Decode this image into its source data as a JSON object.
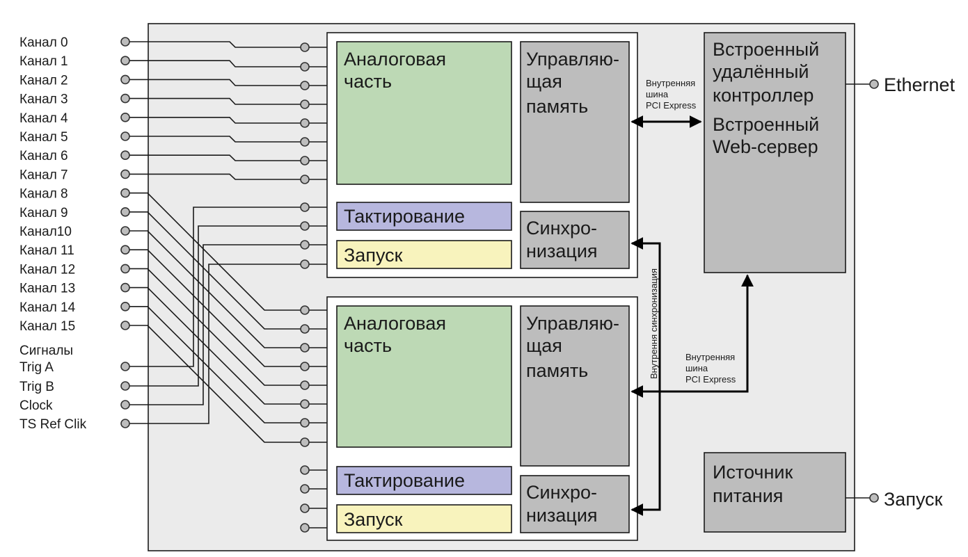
{
  "inputs": {
    "channels": [
      "Канал 0",
      "Канал 1",
      "Канал 2",
      "Канал 3",
      "Канал 4",
      "Канал 5",
      "Канал 6",
      "Канал 7",
      "Канал 8",
      "Канал 9",
      "Канал10",
      "Канал 11",
      "Канал 12",
      "Канал 13",
      "Канал 14",
      "Канал 15"
    ],
    "signals_header": "Сигналы",
    "signals": [
      "Trig A",
      "Trig B",
      "Clock",
      "TS Ref Clik"
    ]
  },
  "modules": [
    {
      "analog": [
        "Аналоговая",
        "часть"
      ],
      "clocking": "Тактирование",
      "trigger": "Запуск",
      "memory": [
        "Управляю-",
        "щая",
        "память"
      ],
      "sync": [
        "Синхро-",
        "низация"
      ]
    },
    {
      "analog": [
        "Аналоговая",
        "часть"
      ],
      "clocking": "Тактирование",
      "trigger": "Запуск",
      "memory": [
        "Управляю-",
        "щая",
        "память"
      ],
      "sync": [
        "Синхро-",
        "низация"
      ]
    }
  ],
  "controller": {
    "lines": [
      "Встроенный",
      "удалённый",
      "контроллер",
      "Встроенный",
      "Web-сервер"
    ]
  },
  "power": {
    "lines": [
      "Источник",
      "питания"
    ]
  },
  "bus_top": [
    "Внутренняя",
    "шина",
    "PCI Express"
  ],
  "bus_bottom": [
    "Внутренняя",
    "шина",
    "PCI Express"
  ],
  "sync_bus": "Внутрення синхронизация",
  "outputs": {
    "ethernet": "Ethernet",
    "start": "Запуск"
  },
  "colors": {
    "analog": "#bdd9b5",
    "clocking": "#b7b7de",
    "trigger": "#f8f3bd",
    "memory": "#bdbdbd",
    "frame": "#ebebeb"
  }
}
